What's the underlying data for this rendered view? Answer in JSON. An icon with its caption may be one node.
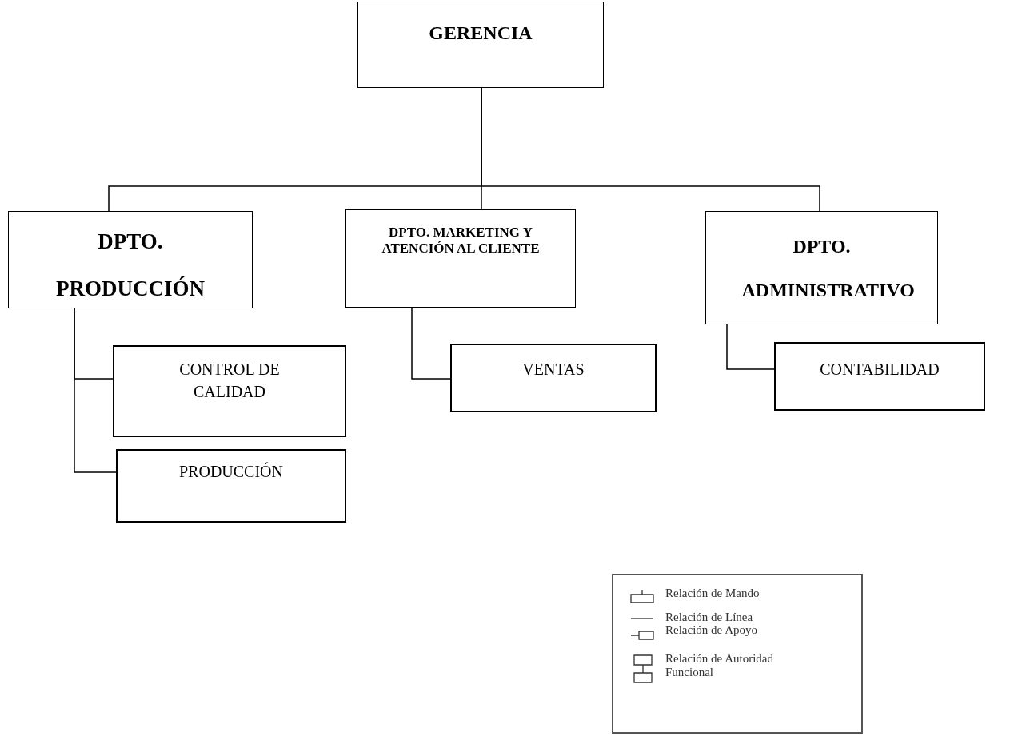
{
  "diagram": {
    "nodes": [
      {
        "text": [
          "GERENCIA"
        ]
      },
      {
        "text": [
          "DPTO. PRODUCCIÓN"
        ]
      },
      {
        "text": [
          "DPTO. MARKETING Y ATENCIÓN AL CLIENTE"
        ]
      },
      {
        "text": [
          "DPTO. ADMINISTRATIVO"
        ]
      },
      {
        "text": [
          "CONTROL DE CALIDAD"
        ]
      },
      {
        "text": [
          "PRODUCCIÓN"
        ]
      },
      {
        "text": [
          "VENTAS"
        ]
      },
      {
        "text": [
          "CONTABILIDAD"
        ]
      }
    ],
    "edges": [
      {
        "from": 0,
        "to": 1,
        "arrow": "none"
      },
      {
        "from": 0,
        "to": 2,
        "arrow": "none"
      },
      {
        "from": 0,
        "to": 3,
        "arrow": "none"
      },
      {
        "from": 1,
        "to": 4,
        "arrow": "none"
      },
      {
        "from": 1,
        "to": 5,
        "arrow": "none"
      },
      {
        "from": 2,
        "to": 6,
        "arrow": "none"
      },
      {
        "from": 3,
        "to": 7,
        "arrow": "none"
      }
    ],
    "legend": [
      {
        "text": "Relación de Mando"
      },
      {
        "text": "Relación de Línea"
      },
      {
        "text": "Relación de Apoyo"
      },
      {
        "text": "Relación de Autoridad Funcional"
      }
    ]
  }
}
